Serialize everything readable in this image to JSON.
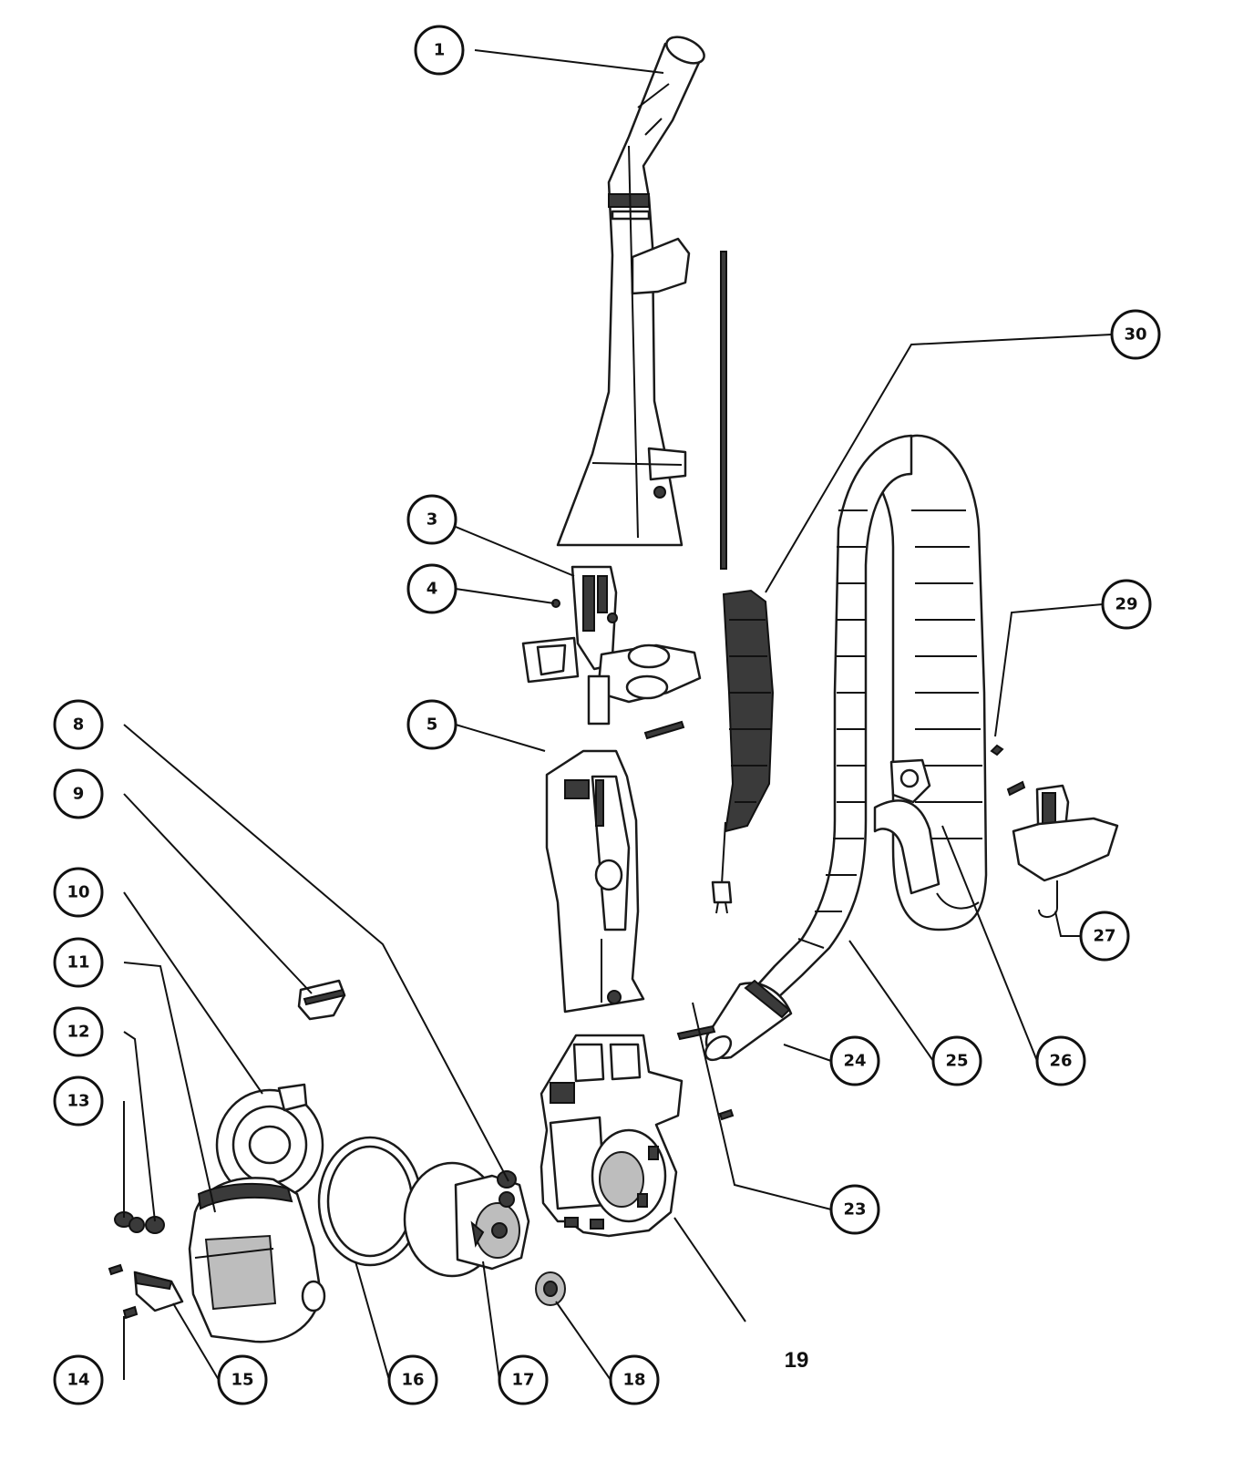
{
  "callouts": [
    {
      "id": "c1",
      "label": "1"
    },
    {
      "id": "c3",
      "label": "3"
    },
    {
      "id": "c4",
      "label": "4"
    },
    {
      "id": "c5",
      "label": "5"
    },
    {
      "id": "c8",
      "label": "8"
    },
    {
      "id": "c9",
      "label": "9"
    },
    {
      "id": "c10",
      "label": "10"
    },
    {
      "id": "c11",
      "label": "11"
    },
    {
      "id": "c12",
      "label": "12"
    },
    {
      "id": "c13",
      "label": "13"
    },
    {
      "id": "c14",
      "label": "14"
    },
    {
      "id": "c15",
      "label": "15"
    },
    {
      "id": "c16",
      "label": "16"
    },
    {
      "id": "c17",
      "label": "17"
    },
    {
      "id": "c18",
      "label": "18"
    },
    {
      "id": "c23",
      "label": "23"
    },
    {
      "id": "c24",
      "label": "24"
    },
    {
      "id": "c25",
      "label": "25"
    },
    {
      "id": "c26",
      "label": "26"
    },
    {
      "id": "c27",
      "label": "27"
    },
    {
      "id": "c29",
      "label": "29"
    },
    {
      "id": "c30",
      "label": "30"
    }
  ],
  "plain_labels": {
    "p19": "19"
  }
}
